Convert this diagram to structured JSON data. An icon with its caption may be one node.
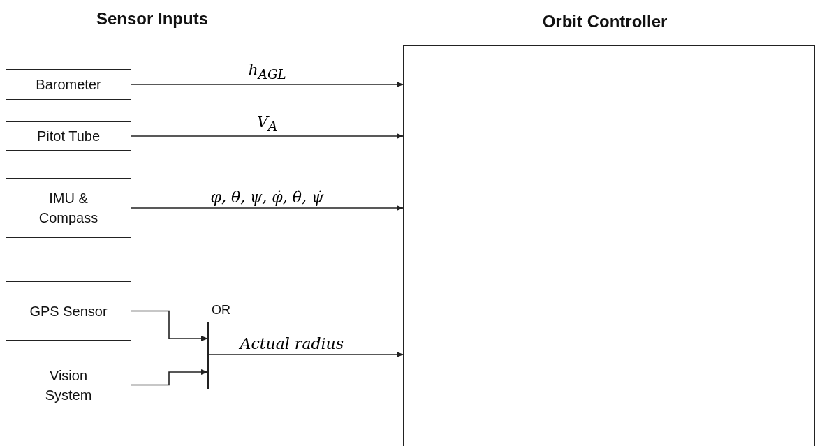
{
  "diagram": {
    "nodes": [
      {
        "text": [
          "Barometer"
        ]
      },
      {
        "text": [
          "Pitot Tube"
        ]
      },
      {
        "text": [
          "IMU & Compass"
        ]
      },
      {
        "text": [
          "GPS Sensor"
        ]
      },
      {
        "text": [
          "Vision System"
        ]
      },
      {
        "text": [],
        "shape": "bar",
        "beside": [
          "OR"
        ]
      },
      {
        "text": [
          "Orbit Controller"
        ]
      }
    ],
    "edges": [
      {
        "from": 0,
        "to": 6,
        "arrow": "to",
        "label": "h$_{AGL}$"
      },
      {
        "from": 1,
        "to": 6,
        "arrow": "to",
        "label": "V$_{A}$"
      },
      {
        "from": 2,
        "to": 6,
        "arrow": "to",
        "label": "φ, θ, ψ, φ̇, θ̇, ψ̇"
      },
      {
        "from": 3,
        "to": 5,
        "arrow": "to"
      },
      {
        "from": 4,
        "to": 5,
        "arrow": "to"
      },
      {
        "from": 5,
        "to": 6,
        "arrow": "to",
        "label": "Actual radius"
      }
    ],
    "labels": [
      "Sensor Inputs"
    ]
  }
}
